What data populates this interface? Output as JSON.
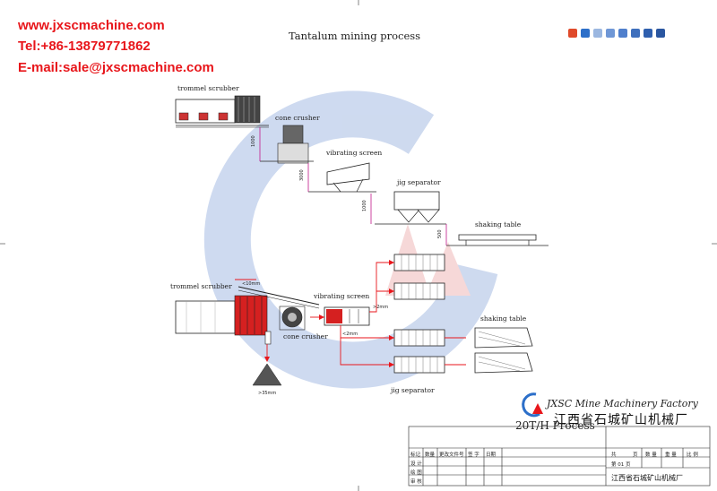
{
  "contact": {
    "website": "www.jxscmachine.com",
    "phone": "Tel:+86-13879771862",
    "email": "E-mail:sale@jxscmachine.com"
  },
  "title": "Tantalum mining process",
  "top_flow": {
    "trommel_scrubber": "trommel scrubber",
    "cone_crusher": "cone crusher",
    "vibrating_screen": "vibrating screen",
    "jig_separator": "jig separator",
    "shaking_table": "shaking table",
    "dim_1": "1000",
    "dim_2": "3000",
    "dim_3": "1000",
    "dim_4": "500"
  },
  "bottom_flow": {
    "trommel_scrubber": "trommel scrubber",
    "cone_crusher": "cone crusher",
    "vibrating_screen": "vibrating screen",
    "jig_separator": "jig separator",
    "shaking_table": "shaking table",
    "size_lt10": "<10mm",
    "size_gt2": ">2mm",
    "size_lt2": "<2mm",
    "size_gt35": ">35mm"
  },
  "company": {
    "name_en": "JXSC Mine Machinery Factory",
    "name_cn": "江西省石城矿山机械厂"
  },
  "process_label": "20T/H Process",
  "title_block": {
    "h_marker": "标记",
    "h_count": "数量",
    "h_file": "更改文件号",
    "h_sign": "签 字",
    "h_date": "日期",
    "design": "设 计",
    "drawing": "绘 图",
    "review": "审 核",
    "total": "共",
    "pages": "页",
    "qty": "数 量",
    "weight": "重 量",
    "ratio": "比 例",
    "page_no": "第 01 页",
    "company_cn": "江西省石城矿山机械厂"
  },
  "colors": {
    "contact_red": "#e8161b",
    "flow_red": "#e8161b",
    "dimension_magenta": "#c2188b",
    "watermark_blue": "#c9d6ee",
    "watermark_red": "#f6d4d4"
  }
}
